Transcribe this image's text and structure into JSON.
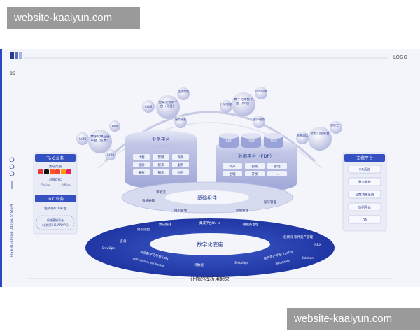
{
  "watermark": {
    "top": "website-kaaiyun.com",
    "bottom": "website-kaaiyun.com"
  },
  "slide": {
    "logo": "LOGO",
    "page_number": "86",
    "vertical_text": "THIS ENTERPRISE DIGITAL SYSTEM",
    "footer": "让你的模板用起来"
  },
  "to_c_panel": {
    "title1": "To C业务",
    "channel": "集成渠道",
    "brand": "品牌DTC",
    "online": "Online",
    "offline": "Offline",
    "title2": "To C业务",
    "item1": "经销商B2B平台",
    "item2a": "新增营销平台",
    "item2b": "(小程序/H5/APP/PC)"
  },
  "support_panel": {
    "title": "支撑平台",
    "items": [
      "HR系统",
      "财务系统",
      "经营决策系统",
      "协同平台",
      "OA"
    ]
  },
  "arc_nodes": {
    "scm": "SCM",
    "pim": "PIM",
    "dc": "数字化供应链平台（成本）",
    "srm": "SRM",
    "crm": "CRM",
    "center": "全渠道营销平台（效益）",
    "mall": "连锁商城",
    "service": "服务平台",
    "store_mgmt": "门店管理",
    "digital_retail": "数字化零售平台（体验）",
    "own_site": "自营商城",
    "customer": "客户服务",
    "smart_store": "智慧门店平台",
    "smart_hotel": "智慧酒店",
    "smart_factory": "智能工厂"
  },
  "biz_platform": {
    "title": "业务平台",
    "cells": [
      "计划",
      "营销",
      "商务",
      "搜索",
      "报表",
      "服务",
      "采购",
      "销售",
      "财务"
    ]
  },
  "data_platform": {
    "title": "数据平台（FDP）",
    "cdp": "CDP",
    "mdp": "MDP",
    "tdp": "TDP",
    "cells": [
      "资产",
      "服务",
      "管理",
      "治理",
      "开发",
      "…"
    ]
  },
  "base_components": {
    "title": "基础组件",
    "review": "审批流",
    "notify": "系统通知",
    "account": "账号管理",
    "org": "组织管理",
    "auth": "权限管理"
  },
  "digital_base": {
    "title": "数字化底座",
    "integration": "集成编排",
    "integration_platform": "集成平台BU Io",
    "microservice": "微服务治理",
    "protocol": "协议适配",
    "lowcode": "低代码·软件资产管理",
    "multicloud": "多云",
    "devops": "DevOps",
    "enterprise": "企业数字化平台Erda",
    "active": "ActiveMaker on Market",
    "fast_data": "快数据",
    "sys_plat": "Sysbridge",
    "software": "软件生产平台Trantor",
    "metastore": "MetaStore",
    "ruled": "Dataiture",
    "nrx": "NRX"
  }
}
